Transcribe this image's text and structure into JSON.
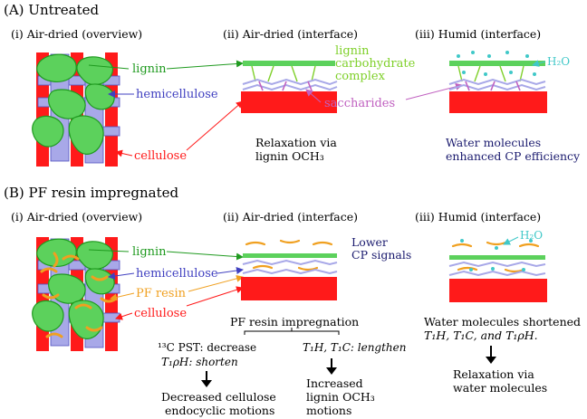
{
  "sections": {
    "a_title": "(A) Untreated",
    "b_title": "(B) PF resin impregnated"
  },
  "panels": {
    "a_i": "(i) Air-dried (overview)",
    "a_ii": "(ii) Air-dried (interface)",
    "a_iii": "(iii) Humid (interface)",
    "b_i": "(i) Air-dried (overview)",
    "b_ii": "(ii) Air-dried (interface)",
    "b_iii": "(iii) Humid (interface)"
  },
  "labels": {
    "lignin": "lignin",
    "hemicellulose": "hemicellulose",
    "cellulose": "cellulose",
    "pf_resin": "PF resin",
    "lcc_1": "lignin",
    "lcc_2": "carbohydrate",
    "lcc_3": "complex",
    "saccharides": "saccharides",
    "h2o_a": "H₂O",
    "h2o_b": "H₂O"
  },
  "notes": {
    "a_ii_1": "Relaxation via",
    "a_ii_2": "lignin OCH₃",
    "a_iii_1": "Water molecules",
    "a_iii_2": "enhanced CP efficiency",
    "b_ii_cp_1": "Lower",
    "b_ii_cp_2": "CP signals",
    "b_pf_impreg": "PF resin impregnation",
    "b_pst": "¹³C PST: decrease",
    "b_t1rho": "T₁ρH: shorten",
    "b_t1": "T₁H, T₁C: lengthen",
    "b_dec_1": "Decreased cellulose",
    "b_dec_2": "endocyclic motions",
    "b_inc_1": "Increased",
    "b_inc_2": "lignin OCH₃",
    "b_inc_3": "motions",
    "b_water_1": "Water molecules shortened",
    "b_water_2": "T₁H, T₁C, and T₁ρH.",
    "b_relax_1": "Relaxation via",
    "b_relax_2": "water molecules"
  },
  "colors": {
    "lignin": "#5cd15c",
    "lignin_edge": "#1f9a1f",
    "cellulose": "#ff1a1a",
    "hemicellulose": "#a8a8e8",
    "hemi_edge": "#5050c0",
    "resin": "#f0a020",
    "water": "#40c8c8",
    "saccharide": "#c060c0",
    "lcc": "#7fd02a",
    "navy": "#1a1a6e"
  }
}
